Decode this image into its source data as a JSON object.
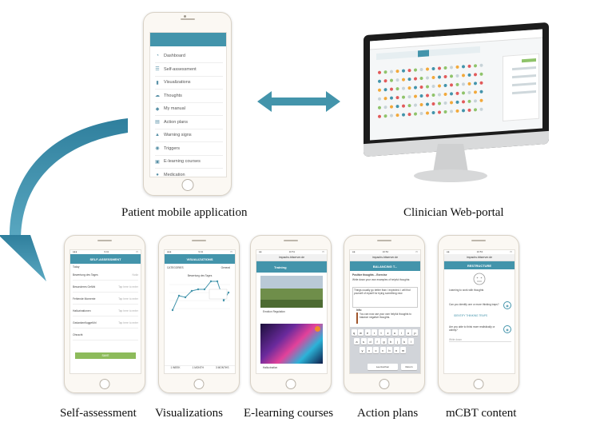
{
  "captions": {
    "patient": "Patient mobile application",
    "clinician": "Clinician Web-portal",
    "self_assessment": "Self-assessment",
    "visualizations": "Visualizations",
    "elearning": "E-learning courses",
    "action_plans": "Action plans",
    "mcbt": "mCBT content"
  },
  "menu": [
    {
      "label": "Dashboard",
      "icon": "dashboard-icon",
      "glyph": "◔"
    },
    {
      "label": "Self-assessment",
      "icon": "checklist-icon",
      "glyph": "☰"
    },
    {
      "label": "Visualizations",
      "icon": "bar-chart-icon",
      "glyph": "▮"
    },
    {
      "label": "Thoughts",
      "icon": "cloud-icon",
      "glyph": "☁"
    },
    {
      "label": "My manual",
      "icon": "book-icon",
      "glyph": "◆"
    },
    {
      "label": "Action plans",
      "icon": "clipboard-icon",
      "glyph": "▤"
    },
    {
      "label": "Warning signs",
      "icon": "warning-icon",
      "glyph": "▲"
    },
    {
      "label": "Triggers",
      "icon": "eye-icon",
      "glyph": "◉"
    },
    {
      "label": "E-learning courses",
      "icon": "camera-icon",
      "glyph": "▣"
    },
    {
      "label": "Medication",
      "icon": "pill-icon",
      "glyph": "●"
    }
  ],
  "self_assessment_screen": {
    "title": "SELF-ASSESSMENT",
    "section": "Today",
    "rows": [
      {
        "label": "Bewertung des Tages",
        "hint": "Notiz"
      },
      {
        "label": "Besonderes Gefühl",
        "hint": "Tap here to enter"
      },
      {
        "label": "Fehlende Momente",
        "hint": "Tap here to enter"
      },
      {
        "label": "Halluzinationen",
        "hint": "Tap here to enter"
      },
      {
        "label": "Gedankenfluggefühl",
        "hint": "Tap here to enter"
      },
      {
        "label": "Ohnacht",
        "hint": ""
      }
    ],
    "save": "SAVE"
  },
  "visualizations_screen": {
    "title": "VISUALIZATIONS",
    "categories": "CATEGORIES",
    "general": "General",
    "chart_title": "Bewertung des Tages",
    "tabs": [
      "1 WEEK",
      "1 MONTH",
      "3 MONTHS"
    ]
  },
  "elearning_screen": {
    "url": "impachs.bitserver.de",
    "title": "Training",
    "course1": "Emotion Regulation",
    "course2": "Hallucination"
  },
  "action_screen": {
    "url": "impachs.bitserver.de",
    "title": "BALANCING T...",
    "heading": "Positive thoughts – Exercise",
    "body": "Write down your own examples of helpful thoughts:",
    "entry": "Things usually go better than I expected. I will find yourself of myself for trying something new.",
    "info_title": "Info:",
    "info": "You can now use your own helpful thoughts to balance negative thoughts.",
    "keys_row1": [
      "q",
      "w",
      "e",
      "r",
      "t",
      "z",
      "u",
      "i",
      "o",
      "p"
    ],
    "keys_row2": [
      "a",
      "s",
      "d",
      "f",
      "g",
      "h",
      "j",
      "k",
      "l"
    ],
    "keys_row3": [
      "y",
      "x",
      "c",
      "v",
      "b",
      "n",
      "m"
    ],
    "space": "Leerzeichen",
    "return": "Return"
  },
  "mcbt_screen": {
    "url": "impachs.bitserver.de",
    "title": "RESTRUCTURE",
    "text1": "Learning to work with thoughts",
    "text2": "Can you identify one or more thinking traps?",
    "text3": "IDENTIFY THINKING TRAPS",
    "text4": "Are you able to think more realistically or calmly?",
    "text5": "Write down"
  },
  "colors": {
    "teal": "#4394ab",
    "arrow": "#3f8ba5"
  }
}
